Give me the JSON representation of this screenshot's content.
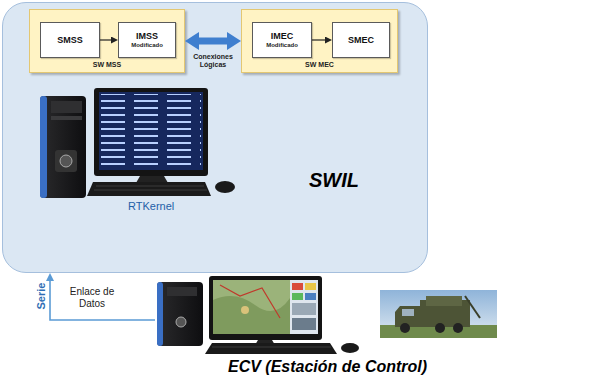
{
  "diagram": {
    "nodes": [
      {
        "text": [
          "SWIL"
        ]
      },
      {
        "text": [
          "SW MSS"
        ],
        "in": 0
      },
      {
        "text": [
          "SMSS"
        ],
        "in": 1
      },
      {
        "text": [
          "IMSS",
          "Modificado"
        ],
        "in": 1
      },
      {
        "text": [
          "SW MEC"
        ],
        "in": 0
      },
      {
        "text": [
          "IMEC",
          "Modificado"
        ],
        "in": 4
      },
      {
        "text": [
          "SMEC"
        ],
        "in": 4
      },
      {
        "text": [
          "ECV (Estación de Control)"
        ]
      }
    ],
    "edges": [
      {
        "from": 2,
        "to": 3,
        "arrow": "to"
      },
      {
        "from": 1,
        "to": 4,
        "arrow": "both",
        "label": "Conexiones Lógicas"
      },
      {
        "from": 5,
        "to": 6,
        "arrow": "to"
      },
      {
        "from": 7,
        "to": 0,
        "arrow": "to",
        "label": "Serie"
      }
    ],
    "labels": [
      "RTKernel",
      "Enlace de Datos"
    ]
  }
}
